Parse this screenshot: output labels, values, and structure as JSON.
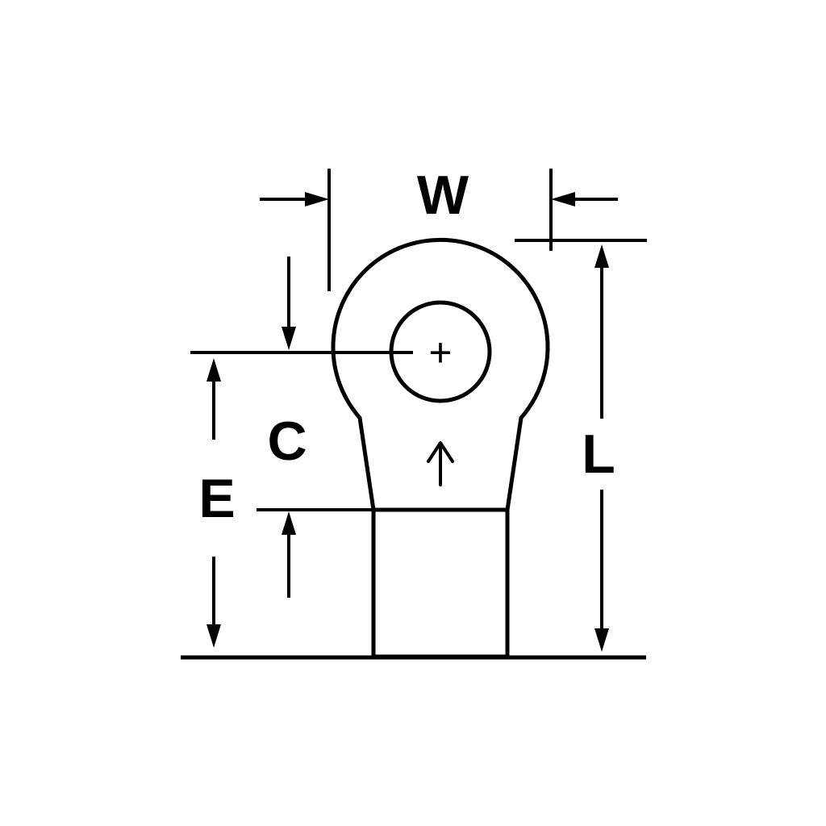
{
  "diagram": {
    "labels": {
      "width": "W",
      "center_to_barrel": "C",
      "center_to_base": "E",
      "overall_length": "L",
      "center_mark": "+"
    },
    "colors": {
      "line": "#000000",
      "background": "#ffffff"
    }
  }
}
